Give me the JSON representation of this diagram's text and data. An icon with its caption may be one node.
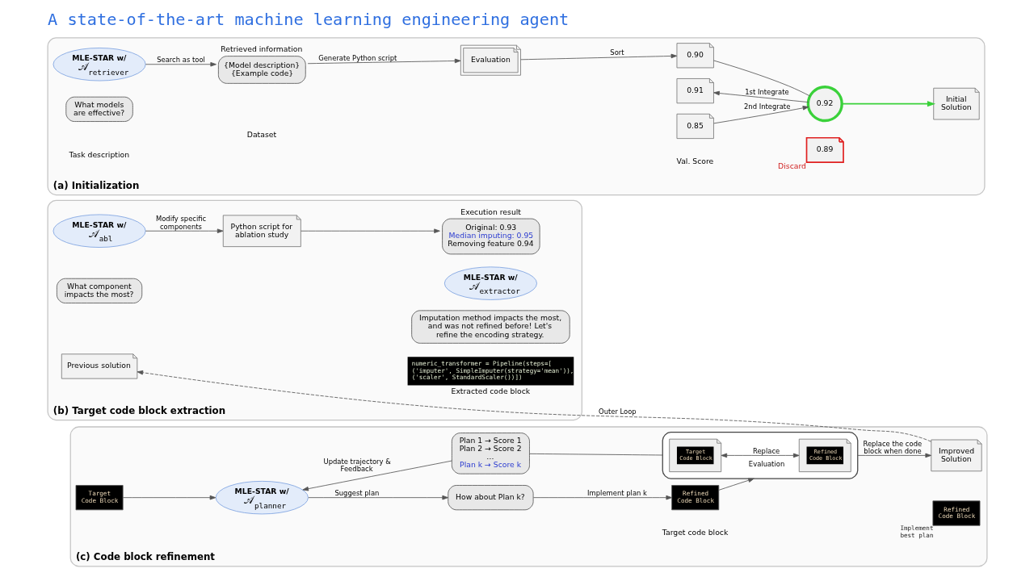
{
  "diagram": {
    "title": "A state-of-the-art machine learning engineering agent",
    "nodes": [
      {
        "text": [
          "(a) Initialization"
        ]
      },
      {
        "text": [
          "**MLE-STAR w/** 𝒜$_{retriever}$"
        ],
        "in": 0
      },
      {
        "text": [
          "What models are effective?"
        ],
        "in": 0
      },
      {
        "text": [
          "Retrieved information",
          "{Model description}",
          "{Example code}"
        ],
        "in": 0
      },
      {
        "text": [
          "Evaluation"
        ],
        "in": 0
      },
      {
        "text": [
          "0.91"
        ],
        "in": 0
      },
      {
        "text": [
          "0.90"
        ],
        "in": 0
      },
      {
        "text": [
          "0.85"
        ],
        "in": 0
      },
      {
        "text": [
          "0.92"
        ],
        "in": 0
      },
      {
        "text": [
          "0.89"
        ],
        "beside": [
          "Discard"
        ],
        "in": 0
      },
      {
        "text": [
          "Initial Solution"
        ],
        "in": 0
      },
      {
        "text": [
          "(b) Target code block extraction"
        ]
      },
      {
        "text": [
          "**MLE-STAR w/** 𝒜$_{abl}$"
        ],
        "in": 11
      },
      {
        "text": [
          "What component impacts the most?"
        ],
        "in": 11
      },
      {
        "text": [
          "Previous solution"
        ],
        "in": 11
      },
      {
        "text": [
          "Python script for ablation study"
        ],
        "in": 11
      },
      {
        "text": [
          "Execution result",
          "Original: 0.93",
          "Median imputing: 0.95",
          "Removing feature 0.94"
        ],
        "in": 11
      },
      {
        "text": [
          "**MLE-STAR w/** 𝒜$_{extractor}$"
        ],
        "in": 11
      },
      {
        "text": [
          "Imputation method impacts the most, and was not refined before! Let's refine the encoding strategy."
        ],
        "in": 11
      },
      {
        "text": [
          "numeric_transformer = Pipeline(steps=[ ('imputer', SimpleImputer(strategy='mean')), ('scaler', StandardScaler())])",
          "Extracted code block"
        ],
        "in": 11
      },
      {
        "text": [
          "(c) Code block refinement"
        ]
      },
      {
        "text": [
          "Target Code Block"
        ],
        "in": 20
      },
      {
        "text": [
          "**MLE-STAR w/** 𝒜$_{planner}$"
        ],
        "in": 20
      },
      {
        "text": [
          "How about Plan k?"
        ],
        "in": 20
      },
      {
        "text": [
          "Refined Code Block"
        ],
        "in": 20
      },
      {
        "text": [
          "Plan 1 → Score 1",
          "Plan 2 → Score 2",
          "…",
          "Plan k → Score k"
        ],
        "in": 20
      },
      {
        "text": [],
        "shape": "box",
        "in": 20
      },
      {
        "text": [
          "Target Code Block"
        ],
        "in": 26
      },
      {
        "text": [
          "Refined Code Block"
        ],
        "in": 26
      },
      {
        "text": [
          "Refined Code Block"
        ],
        "beside": [
          "Implement best plan"
        ],
        "in": 20
      },
      {
        "text": [
          "Improved Solution"
        ],
        "in": 20
      }
    ],
    "edges": [
      {
        "from": 1,
        "to": 3,
        "arrow": "to",
        "label": "Search as tool"
      },
      {
        "from": 3,
        "to": 4,
        "arrow": "to",
        "label": "Generate Python script"
      },
      {
        "from": 4,
        "to": 6,
        "arrow": "to",
        "label": "Sort"
      },
      {
        "from": 8,
        "to": 5,
        "arrow": "to",
        "label": "1st Integrate"
      },
      {
        "from": 6,
        "to": 8,
        "arrow": "none"
      },
      {
        "from": 7,
        "to": 8,
        "arrow": "to",
        "label": "2nd Integrate"
      },
      {
        "from": 8,
        "to": 10,
        "arrow": "to",
        "color": "#3ad13a"
      },
      {
        "from": 12,
        "to": 15,
        "arrow": "to",
        "label": "Modify specific components"
      },
      {
        "from": 15,
        "to": 16,
        "arrow": "to"
      },
      {
        "from": 30,
        "to": 14,
        "arrow": "to",
        "style": "dashed",
        "label": "Outer Loop"
      },
      {
        "from": 21,
        "to": 22,
        "arrow": "to"
      },
      {
        "from": 22,
        "to": 23,
        "arrow": "to",
        "label": "Suggest plan"
      },
      {
        "from": 23,
        "to": 24,
        "arrow": "to",
        "label": "Implement plan k"
      },
      {
        "from": 24,
        "to": 26,
        "arrow": "to",
        "label": "Evaluation"
      },
      {
        "from": 27,
        "to": 28,
        "arrow": "both",
        "label": "Replace"
      },
      {
        "from": 26,
        "to": 25,
        "arrow": "none"
      },
      {
        "from": 25,
        "to": 22,
        "arrow": "to",
        "label": "Update trajectory & Feedback"
      },
      {
        "from": 26,
        "to": 30,
        "arrow": "to",
        "label": "Replace the code block when done"
      }
    ],
    "labels": [
      "Task description",
      "Dataset",
      "Val. Score",
      "Target code block"
    ]
  }
}
